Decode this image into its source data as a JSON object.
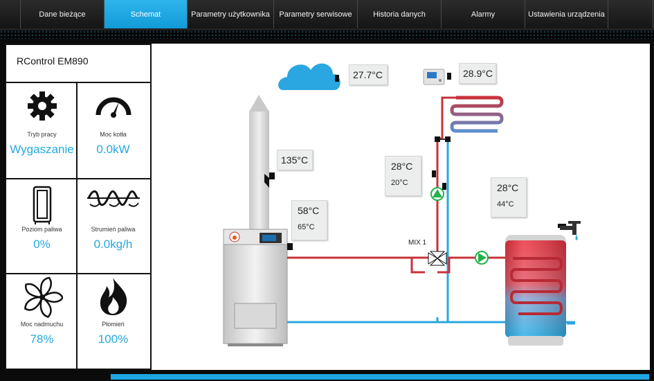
{
  "nav": {
    "tabs": [
      {
        "label": "Dane bieżące",
        "active": false
      },
      {
        "label": "Schemat",
        "active": true
      },
      {
        "label": "Parametry użytkownika",
        "active": false
      },
      {
        "label": "Parametry serwisowe",
        "active": false
      },
      {
        "label": "Historia danych",
        "active": false
      },
      {
        "label": "Alarmy",
        "active": false
      },
      {
        "label": "Ustawienia urządzenia",
        "active": false
      }
    ]
  },
  "panel": {
    "device_name": "RControl EM890",
    "cells": [
      {
        "icon": "gear-icon",
        "label": "Tryb pracy",
        "value": "Wygaszanie"
      },
      {
        "icon": "gauge-icon",
        "label": "Moc kotła",
        "value": "0.0kW"
      },
      {
        "icon": "fuel-tank-icon",
        "label": "Poziom paliwa",
        "value": "0%"
      },
      {
        "icon": "feeder-screw-icon",
        "label": "Strumień paliwa",
        "value": "0.0kg/h"
      },
      {
        "icon": "fan-icon",
        "label": "Moc nadmuchu",
        "value": "78%"
      },
      {
        "icon": "flame-icon",
        "label": "Płomień",
        "value": "100%"
      }
    ]
  },
  "schema": {
    "outdoor_temp": "27.7°C",
    "room_temp": "28.9°C",
    "flue_temp": "135°C",
    "boiler_temp": "58°C",
    "boiler_setpoint": "65°C",
    "mix_temp": "28°C",
    "mix_setpoint": "20°C",
    "dhw_temp": "28°C",
    "dhw_setpoint": "44°C",
    "mix_label": "MIX 1"
  },
  "colors": {
    "accent": "#25a8e0",
    "hot_pipe": "#c8323a",
    "cold_pipe": "#2aa6e0",
    "pump": "#21b24a"
  }
}
